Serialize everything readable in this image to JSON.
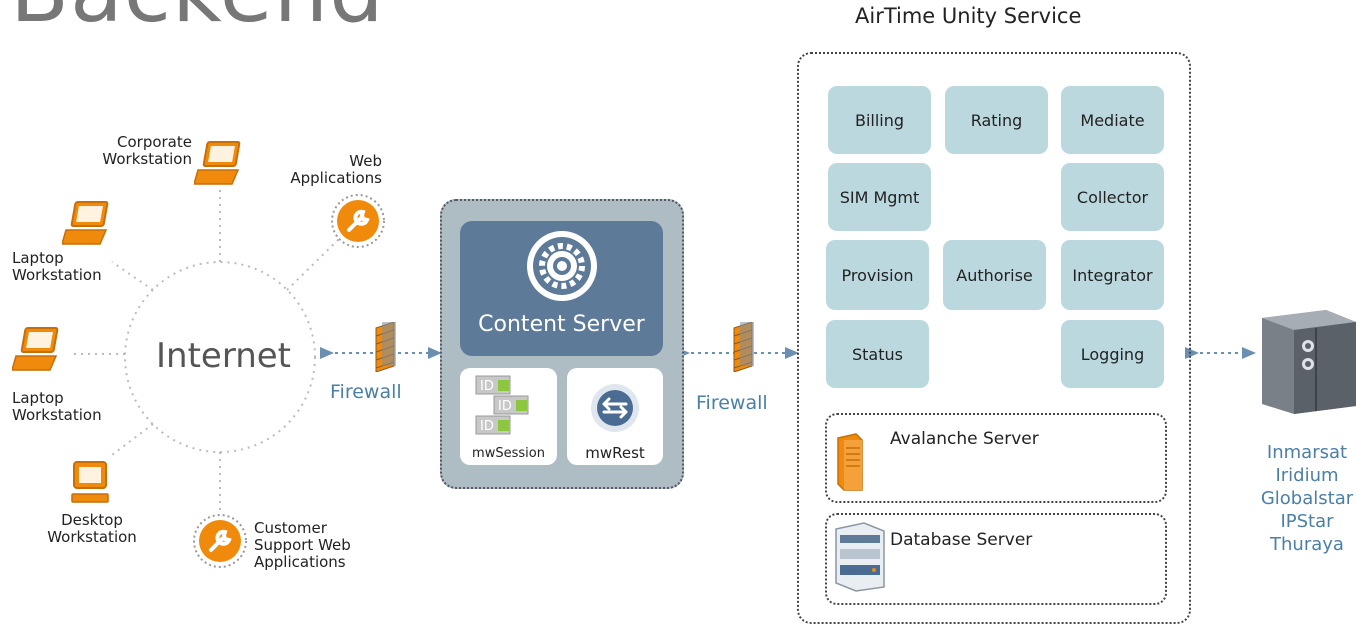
{
  "page_title": "Backend",
  "service_title": "AirTime Unity Service",
  "internet": {
    "label": "Internet"
  },
  "clients": {
    "corporate": "Corporate\nWorkstation",
    "web_apps": "Web\nApplications",
    "laptop_1": "Laptop\nWorkstation",
    "laptop_2": "Laptop\nWorkstation",
    "desktop": "Desktop\nWorkstation",
    "support_web": "Customer\nSupport Web\nApplications"
  },
  "firewall_label": "Firewall",
  "content_server": {
    "title": "Content Server",
    "modules": {
      "session": "mwSession",
      "rest": "mwRest"
    }
  },
  "services": {
    "billing": "Billing",
    "rating": "Rating",
    "mediate": "Mediate",
    "sim_mgmt": "SIM Mgmt",
    "collector": "Collector",
    "provision": "Provision",
    "authorise": "Authorise",
    "integrator": "Integrator",
    "status": "Status",
    "logging": "Logging"
  },
  "servers": {
    "avalanche": "Avalanche Server",
    "database": "Database Server"
  },
  "satellite_providers": [
    "Inmarsat",
    "Iridium",
    "Globalstar",
    "IPStar",
    "Thuraya"
  ],
  "colors": {
    "accent_orange": "#f08a0c",
    "content_server": "#5e7a99",
    "tile": "#bcd8df",
    "link_blue": "#4b7fa6"
  }
}
